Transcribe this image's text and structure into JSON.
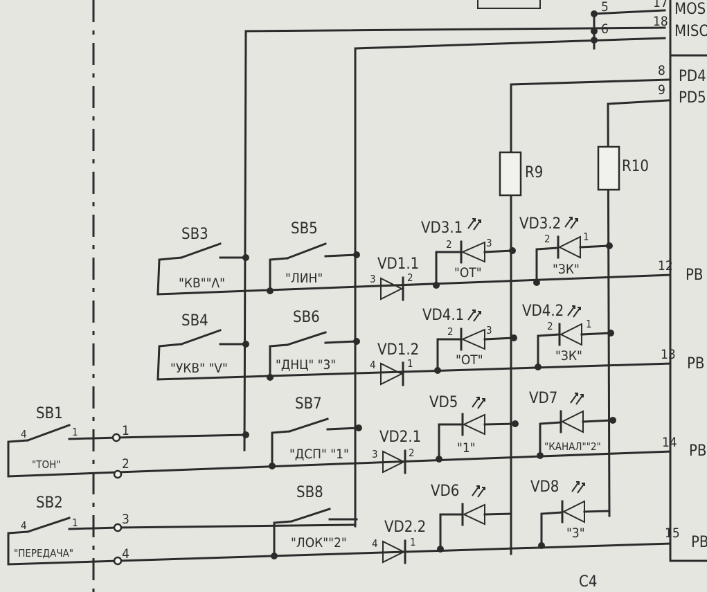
{
  "switches": {
    "sb1": {
      "name": "SB1",
      "pin_a": "4",
      "pin_b": "1",
      "caption": "\"ТОН\""
    },
    "sb2": {
      "name": "SB2",
      "pin_a": "4",
      "pin_b": "1",
      "caption": "\"ПЕРЕДАЧА\""
    },
    "sb3": {
      "name": "SB3",
      "caption": "\"КВ\"\"Λ\""
    },
    "sb4": {
      "name": "SB4",
      "caption": "\"УКВ\" \"V\""
    },
    "sb5": {
      "name": "SB5",
      "caption": "\"ЛИН\""
    },
    "sb6": {
      "name": "SB6",
      "caption": "\"ДНЦ\" \"3\""
    },
    "sb7": {
      "name": "SB7",
      "caption": "\"ДСП\" \"1\""
    },
    "sb8": {
      "name": "SB8",
      "caption": "\"ЛОК\"\"2\""
    }
  },
  "connector": {
    "pins": [
      "1",
      "2",
      "3",
      "4"
    ]
  },
  "diodes": {
    "vd1_1": {
      "name": "VD1.1",
      "pin_a": "3",
      "pin_b": "2"
    },
    "vd1_2": {
      "name": "VD1.2",
      "pin_a": "4",
      "pin_b": "1"
    },
    "vd2_1": {
      "name": "VD2.1",
      "pin_a": "3",
      "pin_b": "2"
    },
    "vd2_2": {
      "name": "VD2.2",
      "pin_a": "4",
      "pin_b": "1"
    }
  },
  "leds": {
    "vd3_1": {
      "name": "VD3.1",
      "pin_a": "2",
      "pin_b": "3",
      "caption": "\"ОТ\""
    },
    "vd3_2": {
      "name": "VD3.2",
      "pin_a": "2",
      "pin_b": "1",
      "caption": "\"ЗК\""
    },
    "vd4_1": {
      "name": "VD4.1",
      "pin_a": "2",
      "pin_b": "3",
      "caption": "\"ОТ\""
    },
    "vd4_2": {
      "name": "VD4.2",
      "pin_a": "2",
      "pin_b": "1",
      "caption": "\"ЗК\""
    },
    "vd5": {
      "name": "VD5",
      "caption": "\"1\""
    },
    "vd6": {
      "name": "VD6"
    },
    "vd7": {
      "name": "VD7",
      "caption": "\"КАНАЛ\"\"2\""
    },
    "vd8": {
      "name": "VD8",
      "caption": "\"3\""
    }
  },
  "resistors": {
    "r9": {
      "name": "R9"
    },
    "r10": {
      "name": "R10"
    }
  },
  "mcu": {
    "pins": [
      {
        "num": "17",
        "label": "MOSI"
      },
      {
        "num": "18",
        "label": "MISO"
      },
      {
        "num": "8",
        "label": "PD4"
      },
      {
        "num": "9",
        "label": "PD5"
      },
      {
        "num": "12",
        "label": "PB"
      },
      {
        "num": "13",
        "label": "PB"
      },
      {
        "num": "14",
        "label": "PB"
      },
      {
        "num": "15",
        "label": "PB"
      }
    ]
  },
  "net_labels": {
    "n5": "5",
    "n6": "6"
  },
  "capacitor": {
    "name": "C4"
  }
}
